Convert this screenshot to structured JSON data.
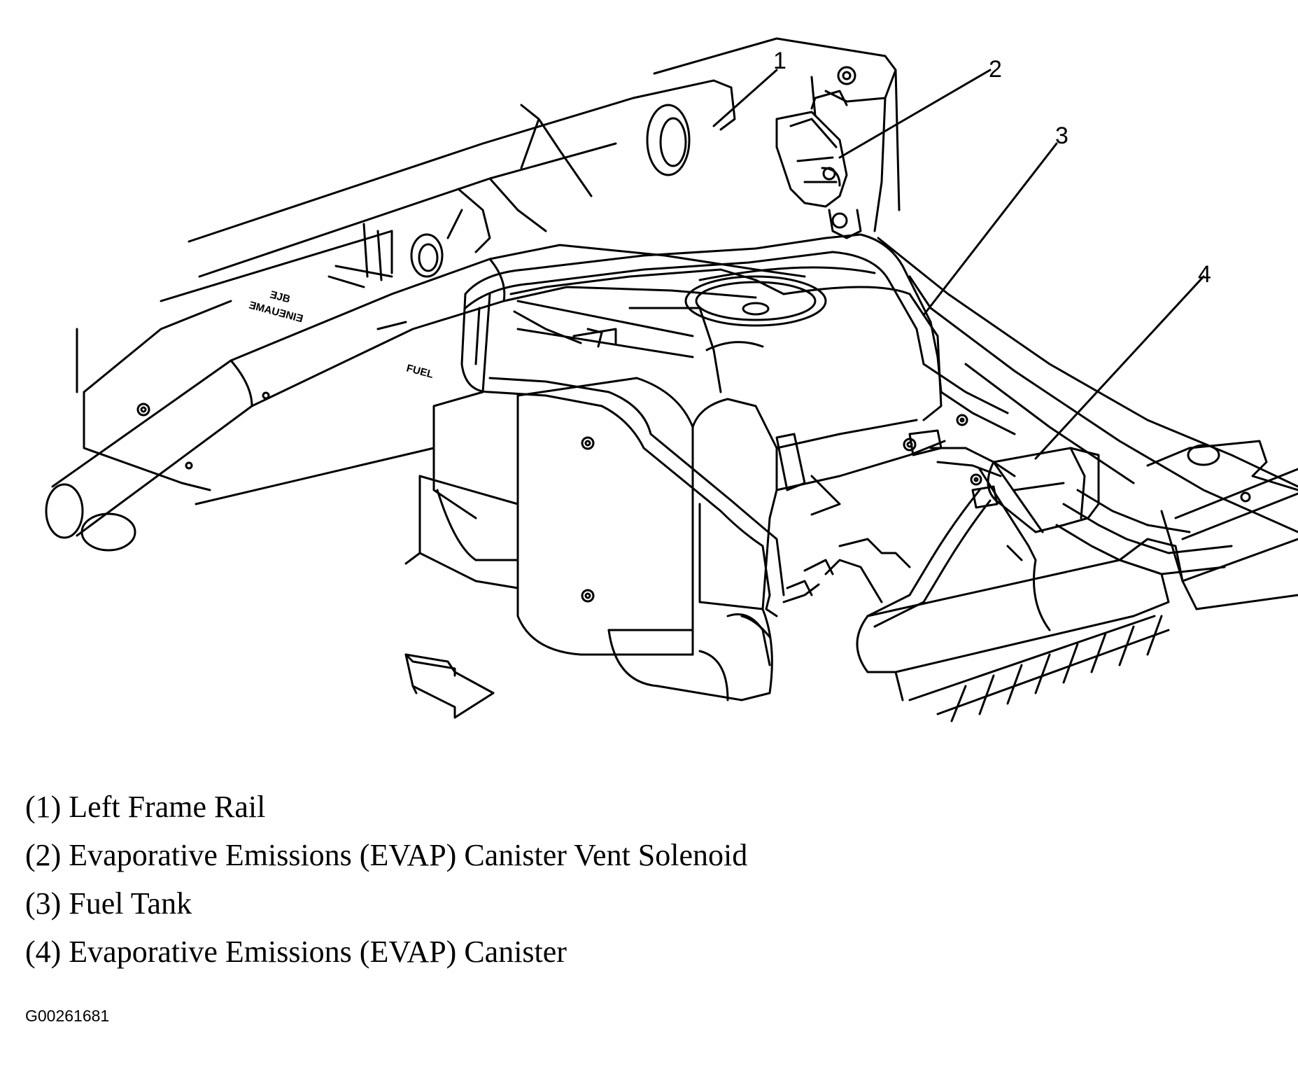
{
  "diagram": {
    "callouts": [
      "1",
      "2",
      "3",
      "4"
    ],
    "tank_markings": {
      "fuel": "FUEL",
      "label_line1": "ƎJB",
      "label_line2": "ƎMAUƎNIƎ"
    }
  },
  "legend": [
    {
      "number": "(1)",
      "label": "Left Frame Rail",
      "text": "(1) Left Frame Rail"
    },
    {
      "number": "(2)",
      "label": "Evaporative Emissions (EVAP) Canister Vent Solenoid",
      "text": "(2) Evaporative Emissions (EVAP) Canister Vent Solenoid"
    },
    {
      "number": "(3)",
      "label": "Fuel Tank",
      "text": "(3) Fuel Tank"
    },
    {
      "number": "(4)",
      "label": "Evaporative Emissions (EVAP) Canister",
      "text": "(4) Evaporative Emissions (EVAP) Canister"
    }
  ],
  "figure_id": "G00261681",
  "colors": {
    "ink": "#000000",
    "paper": "#ffffff"
  }
}
